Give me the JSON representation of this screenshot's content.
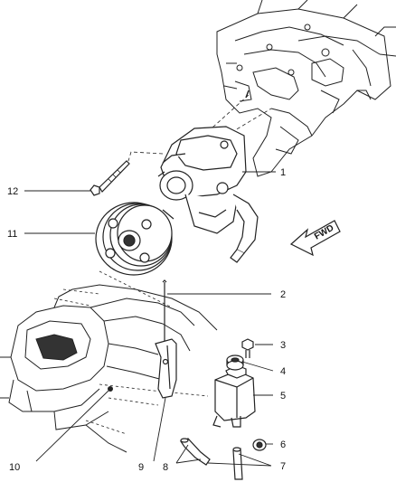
{
  "diagram": {
    "callouts": [
      "1",
      "2",
      "3",
      "4",
      "5",
      "6",
      "7",
      "8",
      "9",
      "10",
      "11",
      "12"
    ],
    "direction_label": "FWD"
  }
}
